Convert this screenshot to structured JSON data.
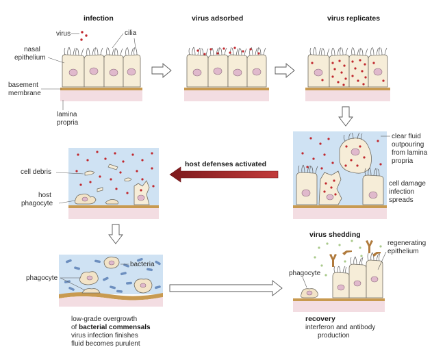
{
  "stages": {
    "infection": "infection",
    "virus_adsorbed": "virus adsorbed",
    "virus_replicates": "virus replicates",
    "host_defenses": "host defenses activated",
    "virus_shedding": "virus shedding",
    "recovery": "recovery"
  },
  "labels": {
    "virus": "virus",
    "cilia": "cilia",
    "nasal": "nasal",
    "epithelium": "epithelium",
    "basement": "basement",
    "membrane": "membrane",
    "lamina": "lamina",
    "propria": "propria",
    "clear_fluid": "clear fluid",
    "outpouring": "outpouring",
    "from_lamina": "from lamina",
    "propria2": "propria",
    "cell_damage": "cell damage",
    "infection_word": "infection",
    "spreads": "spreads",
    "cell_debris": "cell debris",
    "host": "host",
    "phagocyte": "phagocyte",
    "bacteria": "bacteria",
    "phagocyte2": "phagocyte",
    "phagocyte3": "phagocyte",
    "regenerating": "regenerating",
    "epithelium2": "epithelium"
  },
  "captions": {
    "low_grade": "low-grade overgrowth",
    "of_prefix": "of ",
    "bacterial_commensals": "bacterial commensals",
    "virus_finishes": "virus infection finishes",
    "fluid_purulent": "fluid becomes purulent",
    "interferon": "interferon and antibody",
    "production": "production"
  },
  "colors": {
    "virus": "#c0272d",
    "cell": "#f6edd8",
    "fluid": "#cfe2f3",
    "basement_membrane": "#c89a50",
    "lamina_propria": "#f3dde2",
    "host_arrow": "#a4282c"
  }
}
